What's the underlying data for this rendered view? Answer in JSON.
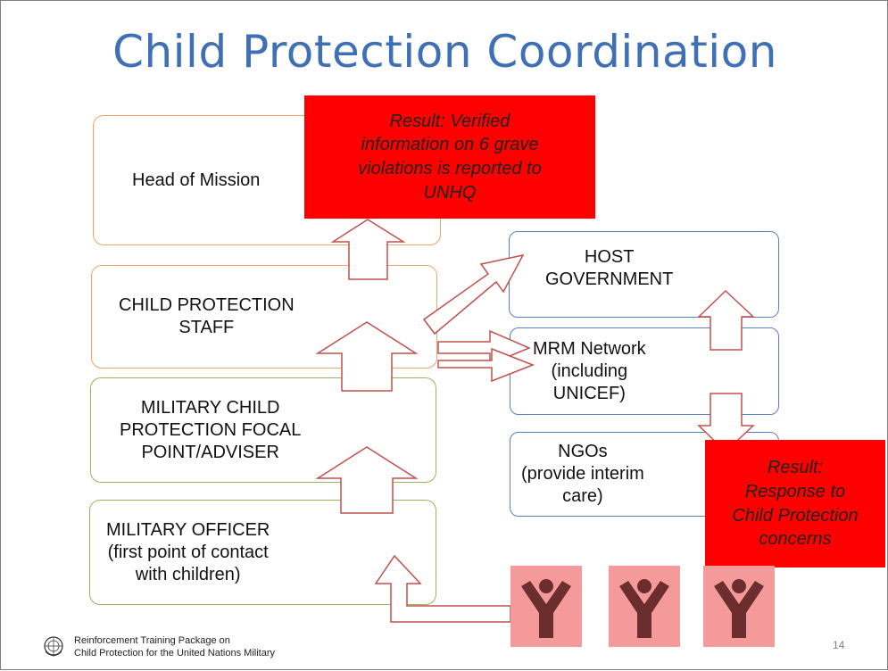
{
  "title": "Child Protection Coordination",
  "boxes": {
    "head_of_mission": "Head of Mission",
    "cp_staff_line1": "CHILD PROTECTION",
    "cp_staff_line2": "STAFF",
    "military_focal_line1": "MILITARY CHILD",
    "military_focal_line2": "PROTECTION FOCAL",
    "military_focal_line3": "POINT/ADVISER",
    "military_officer_line1": "MILITARY OFFICER",
    "military_officer_line2": "(first point of contact",
    "military_officer_line3": "with children)",
    "host_gov_line1": "HOST",
    "host_gov_line2": "GOVERNMENT",
    "mrm_line1": "MRM Network",
    "mrm_line2": "(including",
    "mrm_line3": "UNICEF)",
    "ngo_line1": "NGOs",
    "ngo_line2": "(provide interim",
    "ngo_line3": "care)"
  },
  "results": {
    "top_line1": "Result: Verified",
    "top_line2": "information on 6 grave",
    "top_line3": "violations is reported to",
    "top_line4": "UNHQ",
    "bottom_line1": "Result:",
    "bottom_line2": "Response to",
    "bottom_line3": "Child Protection",
    "bottom_line4": "concerns"
  },
  "footer": {
    "line1": "Reinforcement Training Package on",
    "line2": "Child Protection for the United Nations Military",
    "page_number": "14"
  },
  "colors": {
    "title": "#3f6fb5",
    "result_fill": "#ff0000",
    "person_bg": "#f49a9a",
    "person_figure": "#6b2d2d",
    "arrow_stroke": "#c0504d"
  },
  "icons": [
    "child-figure-icon",
    "child-figure-icon",
    "child-figure-icon",
    "un-emblem-icon"
  ]
}
